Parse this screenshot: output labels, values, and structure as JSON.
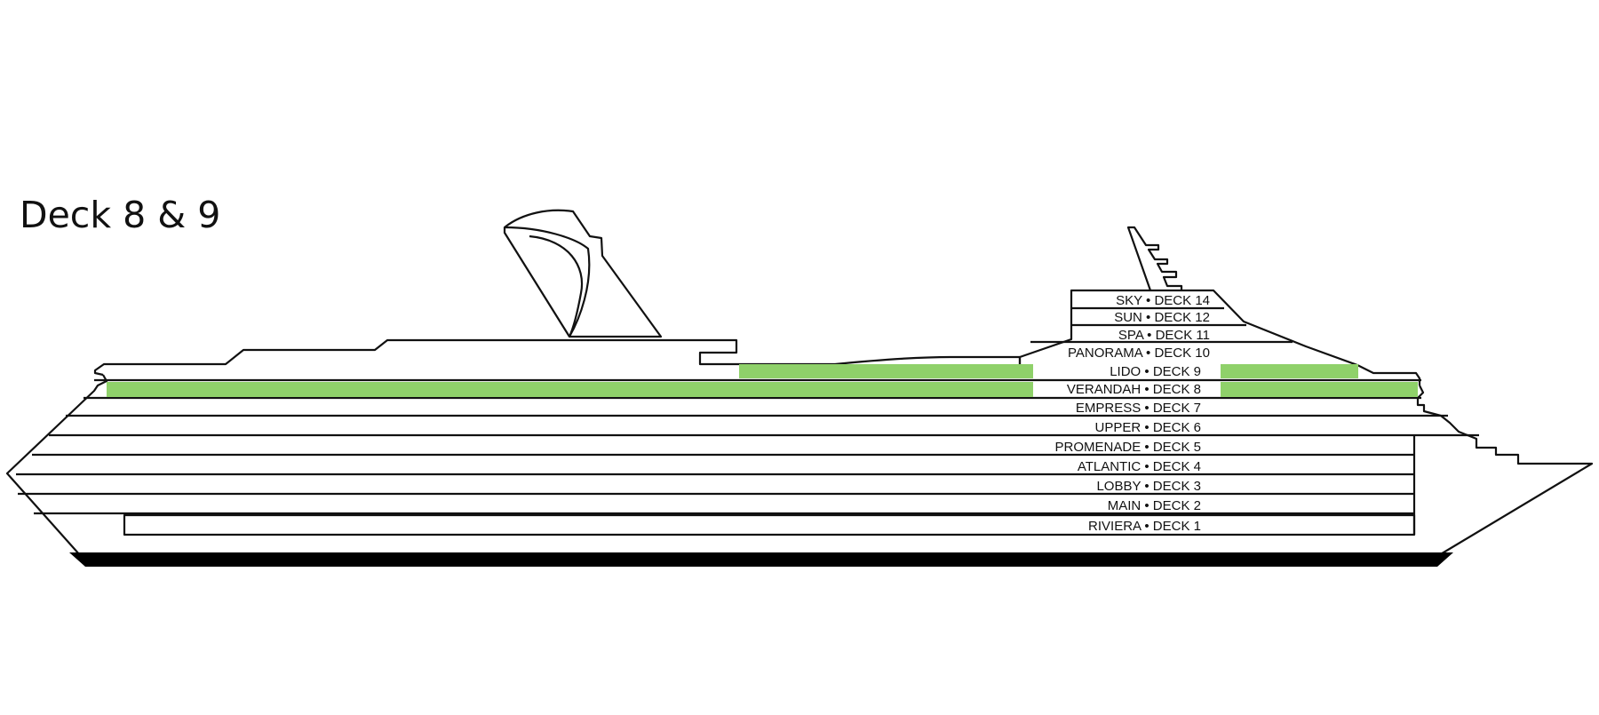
{
  "title": "Deck 8 & 9",
  "highlight_color": "#8fd16a",
  "highlighted_decks": [
    "LIDO • DECK 9",
    "VERANDAH • DECK 8"
  ],
  "decks": [
    {
      "label": "SKY • DECK 14"
    },
    {
      "label": "SUN • DECK 12"
    },
    {
      "label": "SPA • DECK 11"
    },
    {
      "label": "PANORAMA • DECK 10"
    },
    {
      "label": "LIDO • DECK 9"
    },
    {
      "label": "VERANDAH • DECK 8"
    },
    {
      "label": "EMPRESS • DECK 7"
    },
    {
      "label": "UPPER • DECK 6"
    },
    {
      "label": "PROMENADE • DECK 5"
    },
    {
      "label": "ATLANTIC • DECK 4"
    },
    {
      "label": "LOBBY • DECK 3"
    },
    {
      "label": "MAIN • DECK 2"
    },
    {
      "label": "RIVIERA • DECK 1"
    }
  ]
}
